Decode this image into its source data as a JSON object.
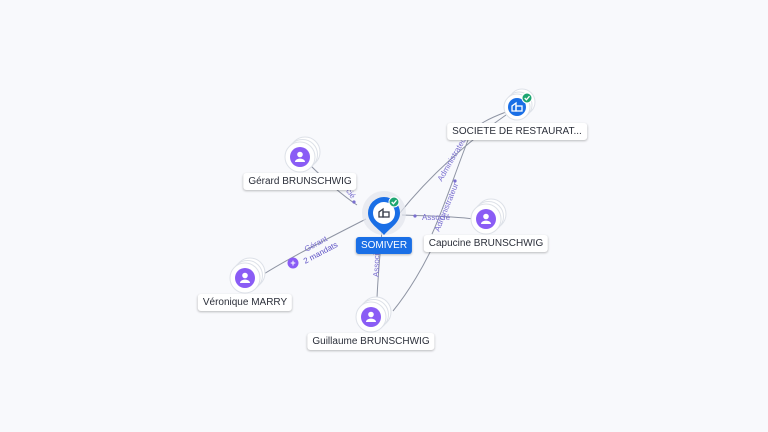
{
  "colors": {
    "company": "#1a6fe6",
    "person": "#8a5cf5",
    "verified": "#1ea672",
    "edge": "#8e94a3",
    "edge_label": "#7a6fd0",
    "halo": "#e3e6ec"
  },
  "nodes": [
    {
      "id": "somiver",
      "label": "SOMIVER",
      "kind": "company-main",
      "icon": "building-icon",
      "verified": true
    },
    {
      "id": "societe",
      "label": "SOCIETE DE RESTAURAT...",
      "kind": "company",
      "icon": "building-icon",
      "verified": true
    },
    {
      "id": "gerard",
      "label": "Gérard BRUNSCHWIG",
      "kind": "person",
      "icon": "person-icon"
    },
    {
      "id": "capucine",
      "label": "Capucine BRUNSCHWIG",
      "kind": "person",
      "icon": "person-icon"
    },
    {
      "id": "veronique",
      "label": "Véronique MARRY",
      "kind": "person",
      "icon": "person-icon"
    },
    {
      "id": "guillaume",
      "label": "Guillaume BRUNSCHWIG",
      "kind": "person",
      "icon": "person-icon"
    }
  ],
  "edges": [
    {
      "from": "gerard",
      "to": "somiver",
      "label": "Associé"
    },
    {
      "from": "somiver",
      "to": "societe",
      "label": "Administrateur"
    },
    {
      "from": "capucine",
      "to": "somiver",
      "label": "Associé"
    },
    {
      "from": "capucine",
      "to": "societe",
      "label": "Administrateur"
    },
    {
      "from": "veronique",
      "to": "somiver",
      "label": "Gérant",
      "sublabel": "2 mandats",
      "badge": "+"
    },
    {
      "from": "guillaume",
      "to": "somiver",
      "label": "Associé"
    },
    {
      "from": "guillaume",
      "to": "societe",
      "label": ""
    }
  ]
}
